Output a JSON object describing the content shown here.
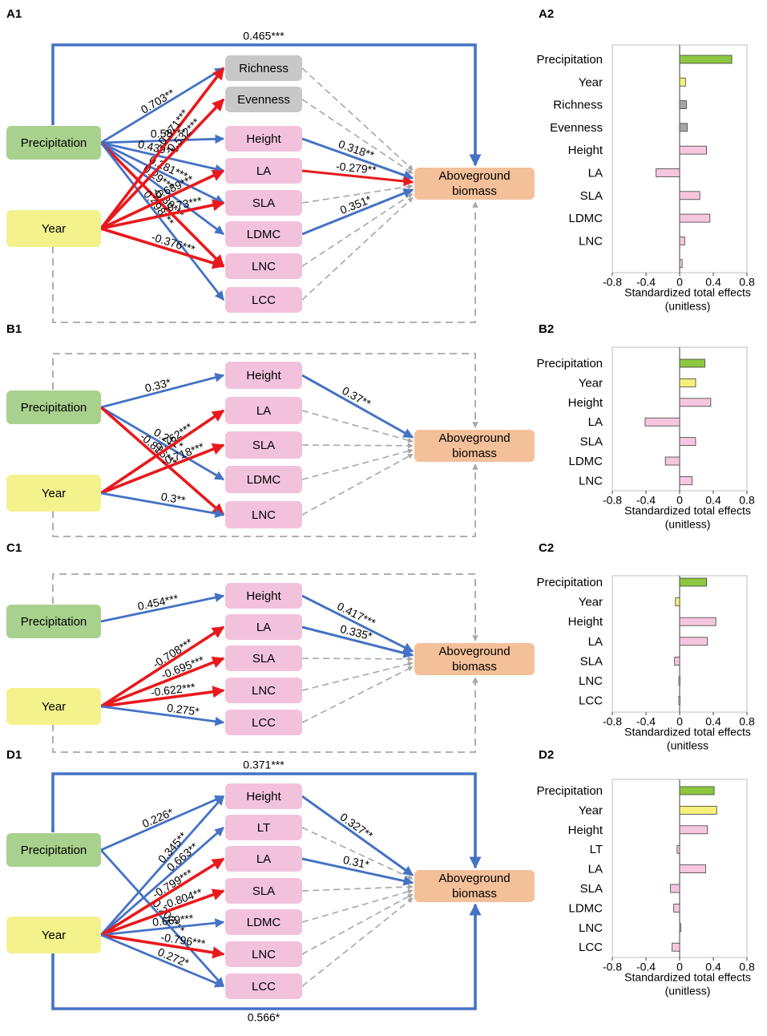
{
  "colors": {
    "precipitation": "#a9d18e",
    "year": "#f4f28d",
    "trait": "#f2c2dd",
    "diversity": "#c8c8c8",
    "biomass": "#f4c09a",
    "positive": "#4472c4",
    "negative": "#e8191d",
    "ns": "#a6a6a6",
    "bar_precipitation": "#8dc63f",
    "bar_year": "#f5f07a",
    "bar_trait": "#f6c6de",
    "bar_diversity": "#a6a6a6"
  },
  "panels": [
    {
      "label": "A1",
      "nodes": {
        "precip": "Precipitation",
        "year": "Year",
        "biomass_line1": "Aboveground",
        "biomass_line2": "biomass",
        "mids": [
          "Richness",
          "Evenness",
          "Height",
          "LA",
          "SLA",
          "LDMC",
          "LNC",
          "LCC"
        ],
        "mid_kinds": [
          "diversity",
          "diversity",
          "trait",
          "trait",
          "trait",
          "trait",
          "trait",
          "trait"
        ]
      },
      "loop_top": {
        "label": "0.465***",
        "sign": "pos"
      },
      "loop_bottom": {
        "label": "",
        "sign": "ns"
      },
      "paths_from_precip": [
        {
          "to": 0,
          "label": "0.703**",
          "sign": "pos"
        },
        {
          "to": 2,
          "label": "0.58***",
          "sign": "pos"
        },
        {
          "to": 3,
          "label": "0.439***",
          "sign": "pos"
        },
        {
          "to": 4,
          "label": "0.281***",
          "sign": "pos"
        },
        {
          "to": 5,
          "label": "0.29***",
          "sign": "pos"
        },
        {
          "to": 6,
          "label": "-0.39***",
          "sign": "neg"
        },
        {
          "to": 7,
          "label": "0.498***",
          "sign": "pos"
        }
      ],
      "paths_from_year": [
        {
          "to": 0,
          "label": "-0.371***",
          "sign": "neg"
        },
        {
          "to": 1,
          "label": "-0.532***",
          "sign": "neg"
        },
        {
          "to": 3,
          "label": "-0.689***",
          "sign": "neg"
        },
        {
          "to": 4,
          "label": "-0.73***",
          "sign": "neg"
        },
        {
          "to": 6,
          "label": "-0.376***",
          "sign": "neg"
        }
      ],
      "paths_to_biomass": [
        {
          "from": 2,
          "label": "0.318**",
          "sign": "pos"
        },
        {
          "from": 3,
          "label": "-0.279**",
          "sign": "neg"
        },
        {
          "from": 5,
          "label": "0.351*",
          "sign": "pos"
        }
      ]
    },
    {
      "label": "B1",
      "nodes": {
        "precip": "Precipitation",
        "year": "Year",
        "biomass_line1": "Aboveground",
        "biomass_line2": "biomass",
        "mids": [
          "Height",
          "LA",
          "SLA",
          "LDMC",
          "LNC"
        ],
        "mid_kinds": [
          "trait",
          "trait",
          "trait",
          "trait",
          "trait"
        ]
      },
      "loop_top": {
        "label": "",
        "sign": "ns"
      },
      "loop_bottom": {
        "label": "",
        "sign": "ns"
      },
      "paths_from_precip": [
        {
          "to": 0,
          "label": "0.33*",
          "sign": "pos"
        },
        {
          "to": 3,
          "label": "0.211*",
          "sign": "pos"
        },
        {
          "to": 4,
          "label": "-0.816***",
          "sign": "neg"
        }
      ],
      "paths_from_year": [
        {
          "to": 1,
          "label": "-0.762***",
          "sign": "neg"
        },
        {
          "to": 2,
          "label": "-0.718***",
          "sign": "neg"
        },
        {
          "to": 4,
          "label": "0.3**",
          "sign": "pos"
        }
      ],
      "paths_to_biomass": [
        {
          "from": 0,
          "label": "0.37**",
          "sign": "pos"
        }
      ]
    },
    {
      "label": "C1",
      "nodes": {
        "precip": "Precipitation",
        "year": "Year",
        "biomass_line1": "Aboveground",
        "biomass_line2": "biomass",
        "mids": [
          "Height",
          "LA",
          "SLA",
          "LNC",
          "LCC"
        ],
        "mid_kinds": [
          "trait",
          "trait",
          "trait",
          "trait",
          "trait"
        ]
      },
      "loop_top": {
        "label": "",
        "sign": "ns"
      },
      "loop_bottom": {
        "label": "",
        "sign": "ns"
      },
      "paths_from_precip": [
        {
          "to": 0,
          "label": "0.454***",
          "sign": "pos"
        }
      ],
      "paths_from_year": [
        {
          "to": 1,
          "label": "-0.708***",
          "sign": "neg"
        },
        {
          "to": 2,
          "label": "-0.695***",
          "sign": "neg"
        },
        {
          "to": 3,
          "label": "-0.622***",
          "sign": "neg"
        },
        {
          "to": 4,
          "label": "0.275*",
          "sign": "pos"
        }
      ],
      "paths_to_biomass": [
        {
          "from": 0,
          "label": "0.417***",
          "sign": "pos"
        },
        {
          "from": 1,
          "label": "0.335*",
          "sign": "pos"
        }
      ]
    },
    {
      "label": "D1",
      "nodes": {
        "precip": "Precipitation",
        "year": "Year",
        "biomass_line1": "Aboveground",
        "biomass_line2": "biomass",
        "mids": [
          "Height",
          "LT",
          "LA",
          "SLA",
          "LDMC",
          "LNC",
          "LCC"
        ],
        "mid_kinds": [
          "trait",
          "trait",
          "trait",
          "trait",
          "trait",
          "trait",
          "trait"
        ]
      },
      "loop_top": {
        "label": "0.371***",
        "sign": "pos"
      },
      "loop_bottom": {
        "label": "0.566*",
        "sign": "pos"
      },
      "paths_from_precip": [
        {
          "to": 0,
          "label": "0.226*",
          "sign": "pos"
        },
        {
          "to": 6,
          "label": "0.202***",
          "sign": "pos"
        }
      ],
      "paths_from_year": [
        {
          "to": 0,
          "label": "0.345**",
          "sign": "pos"
        },
        {
          "to": 1,
          "label": "0.663**",
          "sign": "pos"
        },
        {
          "to": 2,
          "label": "-0.799***",
          "sign": "neg"
        },
        {
          "to": 3,
          "label": "-0.804**",
          "sign": "neg"
        },
        {
          "to": 4,
          "label": "0.669***",
          "sign": "pos"
        },
        {
          "to": 5,
          "label": "-0.796***",
          "sign": "neg"
        },
        {
          "to": 6,
          "label": "0.272*",
          "sign": "pos"
        }
      ],
      "paths_to_biomass": [
        {
          "from": 0,
          "label": "0.327**",
          "sign": "pos"
        },
        {
          "from": 2,
          "label": "0.31*",
          "sign": "pos"
        }
      ]
    }
  ],
  "chart_data": [
    {
      "label": "A2",
      "type": "bar",
      "orientation": "horizontal",
      "categories": [
        "Precipitation",
        "Year",
        "Richness",
        "Evenness",
        "Height",
        "LA",
        "SLA",
        "LDMC",
        "LNC",
        "LCC"
      ],
      "category_labels": [
        "Precipitation",
        "Year",
        "Richness",
        "Evenness",
        "Height",
        "LA",
        "SLA",
        "LDMC",
        "LNC",
        ""
      ],
      "kinds": [
        "precip",
        "year",
        "div",
        "div",
        "trait",
        "trait",
        "trait",
        "trait",
        "trait",
        "trait"
      ],
      "values": [
        0.62,
        0.07,
        0.08,
        0.09,
        0.32,
        -0.28,
        0.24,
        0.36,
        0.06,
        0.03
      ],
      "xlabel_line1": "Standardized total effects",
      "xlabel_line2": "(unitless)",
      "xlim": [
        -0.8,
        0.8
      ],
      "xticks": [
        "-0.8",
        "-0.4",
        "0",
        "0.4",
        "0.8"
      ]
    },
    {
      "label": "B2",
      "type": "bar",
      "orientation": "horizontal",
      "categories": [
        "Precipitation",
        "Year",
        "Height",
        "LA",
        "SLA",
        "LDMC",
        "LNC"
      ],
      "category_labels": [
        "Precipitation",
        "Year",
        "Height",
        "LA",
        "SLA",
        "LDMC",
        "LNC"
      ],
      "kinds": [
        "precip",
        "year",
        "trait",
        "trait",
        "trait",
        "trait",
        "trait"
      ],
      "values": [
        0.3,
        0.19,
        0.37,
        -0.41,
        0.19,
        -0.17,
        0.15
      ],
      "xlabel_line1": "Standardized total effects",
      "xlabel_line2": "(unitless)",
      "xlim": [
        -0.8,
        0.8
      ],
      "xticks": [
        "-0.8",
        "-0.4",
        "0",
        "0.4",
        "0.8"
      ]
    },
    {
      "label": "C2",
      "type": "bar",
      "orientation": "horizontal",
      "categories": [
        "Precipitation",
        "Year",
        "Height",
        "LA",
        "SLA",
        "LNC",
        "LCC"
      ],
      "category_labels": [
        "Precipitation",
        "Year",
        "Height",
        "LA",
        "SLA",
        "LNC",
        "LCC"
      ],
      "kinds": [
        "precip",
        "year",
        "trait",
        "trait",
        "trait",
        "trait",
        "trait"
      ],
      "values": [
        0.32,
        -0.05,
        0.43,
        0.33,
        -0.06,
        -0.01,
        -0.01
      ],
      "xlabel_line1": "Standardized total effects",
      "xlabel_line2": "(unitless",
      "xlim": [
        -0.8,
        0.8
      ],
      "xticks": [
        "-0.8",
        "-0.4",
        "0",
        "0.4",
        "0.8"
      ]
    },
    {
      "label": "D2",
      "type": "bar",
      "orientation": "horizontal",
      "categories": [
        "Precipitation",
        "Year",
        "Height",
        "LT",
        "LA",
        "SLA",
        "LDMC",
        "LNC",
        "LCC"
      ],
      "category_labels": [
        "Precipitation",
        "Year",
        "Height",
        "LT",
        "LA",
        "SLA",
        "LDMC",
        "LNC",
        "LCC"
      ],
      "kinds": [
        "precip",
        "year",
        "trait",
        "trait",
        "trait",
        "trait",
        "trait",
        "trait",
        "trait"
      ],
      "values": [
        0.41,
        0.44,
        0.33,
        -0.03,
        0.31,
        -0.11,
        -0.07,
        0.01,
        -0.09
      ],
      "xlabel_line1": "Standardized total effects",
      "xlabel_line2": "(unitless)",
      "xlim": [
        -0.8,
        0.8
      ],
      "xticks": [
        "-0.8",
        "-0.4",
        "0",
        "0.4",
        "0.8"
      ]
    }
  ]
}
